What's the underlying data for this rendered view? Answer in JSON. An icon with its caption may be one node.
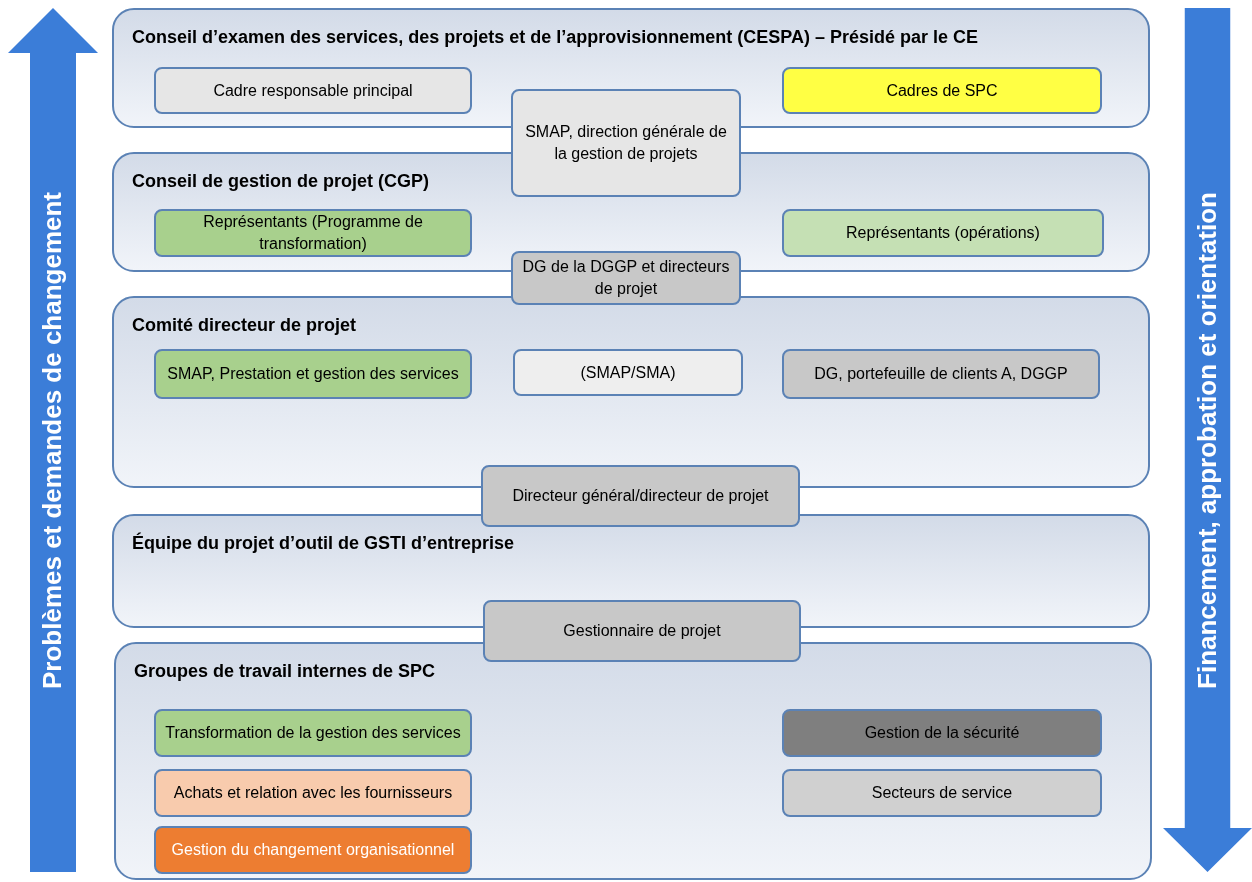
{
  "diagram": {
    "nodes": [
      {
        "text": [
          "Problèmes et demandes de changement"
        ]
      },
      {
        "text": [
          "Financement, approbation et orientation"
        ]
      },
      {
        "text": [
          "Conseil d’examen des services, des projets et de l’approvisionnement (CESPA) – Présidé par le CE"
        ]
      },
      {
        "text": [
          "Cadre responsable principal"
        ],
        "in": 2
      },
      {
        "text": [
          "Cadres de SPC"
        ],
        "in": 2
      },
      {
        "text": [
          "SMAP, direction générale de la gestion de projets"
        ]
      },
      {
        "text": [
          "Conseil de gestion de projet (CGP)"
        ]
      },
      {
        "text": [
          "Représentants (Programme de transformation)"
        ],
        "in": 6
      },
      {
        "text": [
          "Représentants (opérations)"
        ],
        "in": 6
      },
      {
        "text": [
          "DG de la DGGP et directeurs de projet"
        ]
      },
      {
        "text": [
          "Comité directeur de projet"
        ]
      },
      {
        "text": [
          "SMAP, Prestation et gestion des services"
        ],
        "in": 10
      },
      {
        "text": [
          "(SMAP/SMA)"
        ],
        "in": 10
      },
      {
        "text": [
          "DG, portefeuille de clients A, DGGP"
        ],
        "in": 10
      },
      {
        "text": [
          "Directeur général/directeur de projet"
        ]
      },
      {
        "text": [
          "Équipe du projet d’outil de GSTI d’entreprise"
        ]
      },
      {
        "text": [
          "Gestionnaire de projet"
        ]
      },
      {
        "text": [
          "Groupes de travail internes de SPC"
        ]
      },
      {
        "text": [
          "Transformation de la gestion des services"
        ],
        "in": 17
      },
      {
        "text": [
          "Achats et relation avec les fournisseurs"
        ],
        "in": 17
      },
      {
        "text": [
          "Gestion du changement organisationnel"
        ],
        "in": 17
      },
      {
        "text": [
          "Gestion de la sécurité"
        ],
        "in": 17
      },
      {
        "text": [
          "Secteurs de service"
        ],
        "in": 17
      }
    ]
  }
}
